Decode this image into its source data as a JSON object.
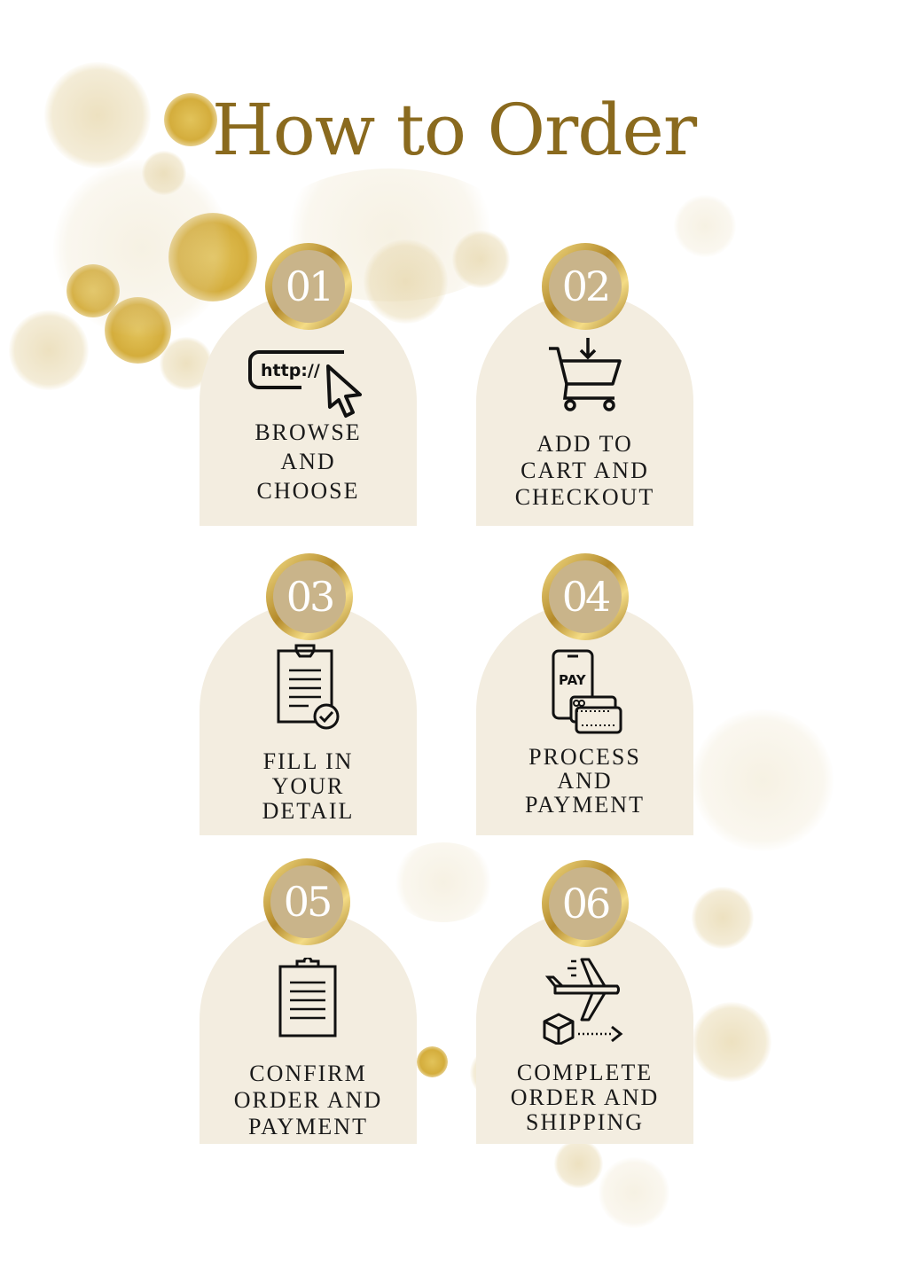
{
  "title": "How to Order",
  "steps": [
    {
      "number": "01",
      "lines": [
        "BROWSE",
        "AND",
        "CHOOSE"
      ],
      "icon": "browser-cursor-icon",
      "url_text": "http://"
    },
    {
      "number": "02",
      "lines": [
        "ADD TO",
        "CART AND",
        "CHECKOUT"
      ],
      "icon": "cart-icon"
    },
    {
      "number": "03",
      "lines": [
        "FILL IN",
        "YOUR",
        "DETAIL"
      ],
      "icon": "clipboard-check-icon"
    },
    {
      "number": "04",
      "lines": [
        "PROCESS",
        "AND",
        "PAYMENT"
      ],
      "icon": "phone-pay-icon",
      "pay_text": "PAY"
    },
    {
      "number": "05",
      "lines": [
        "CONFIRM",
        "ORDER AND",
        "PAYMENT"
      ],
      "icon": "clipboard-icon"
    },
    {
      "number": "06",
      "lines": [
        "COMPLETE",
        "ORDER AND",
        "SHIPPING"
      ],
      "icon": "plane-package-icon"
    }
  ],
  "colors": {
    "title": "#8a6a1e",
    "card": "#f3ede0",
    "badge": "#c9b48a",
    "gold": "#d4ad3c"
  }
}
